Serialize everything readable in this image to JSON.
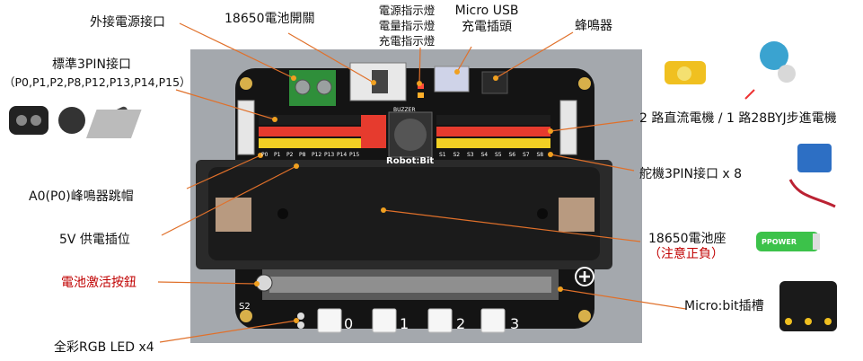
{
  "labels": {
    "external_power": "外接電源接口",
    "battery_switch": "18650電池開關",
    "power_led": "電源指示燈",
    "charge_level_led": "電量指示燈",
    "charging_led": "充電指示燈",
    "micro_usb_1": "Micro USB",
    "micro_usb_2": "充電插頭",
    "buzzer": "蜂鳴器",
    "std_3pin": "標準3PIN接口",
    "std_3pin_pins": "（P0,P1,P2,P8,P12,P13,P14,P15）",
    "dc_motor": "2 路直流電機 / 1 路28BYJ步進電機",
    "servo_3pin": "舵機3PIN接口 x 8",
    "a0_jumper": "A0(P0)峰鳴器跳帽",
    "5v_supply": "5V 供電插位",
    "battery_holder": "18650電池座",
    "polarity_note": "（注意正負）",
    "activate_button": "電池激活按鈕",
    "microbit_slot": "Micro:bit插槽",
    "rgb_led": "全彩RGB LED x4"
  },
  "board": {
    "name": "Robot:Bit",
    "buzzer_silk": "BUZZER",
    "left_pins": [
      "P0",
      "P1",
      "P2",
      "P8",
      "P12",
      "P13",
      "P14",
      "P15"
    ],
    "right_pins": [
      "S1",
      "S2",
      "S3",
      "S4",
      "S5",
      "S6",
      "S7",
      "S8"
    ],
    "led_numbers": [
      "0",
      "1",
      "2",
      "3"
    ],
    "corner_label": "S2"
  },
  "photos": {
    "battery_brand": "PPOWER"
  },
  "colors": {
    "accent_red": "#c00000",
    "pointer": "#e0702a",
    "pcb_black": "#141414",
    "background_gray": "#a4a8ad"
  }
}
